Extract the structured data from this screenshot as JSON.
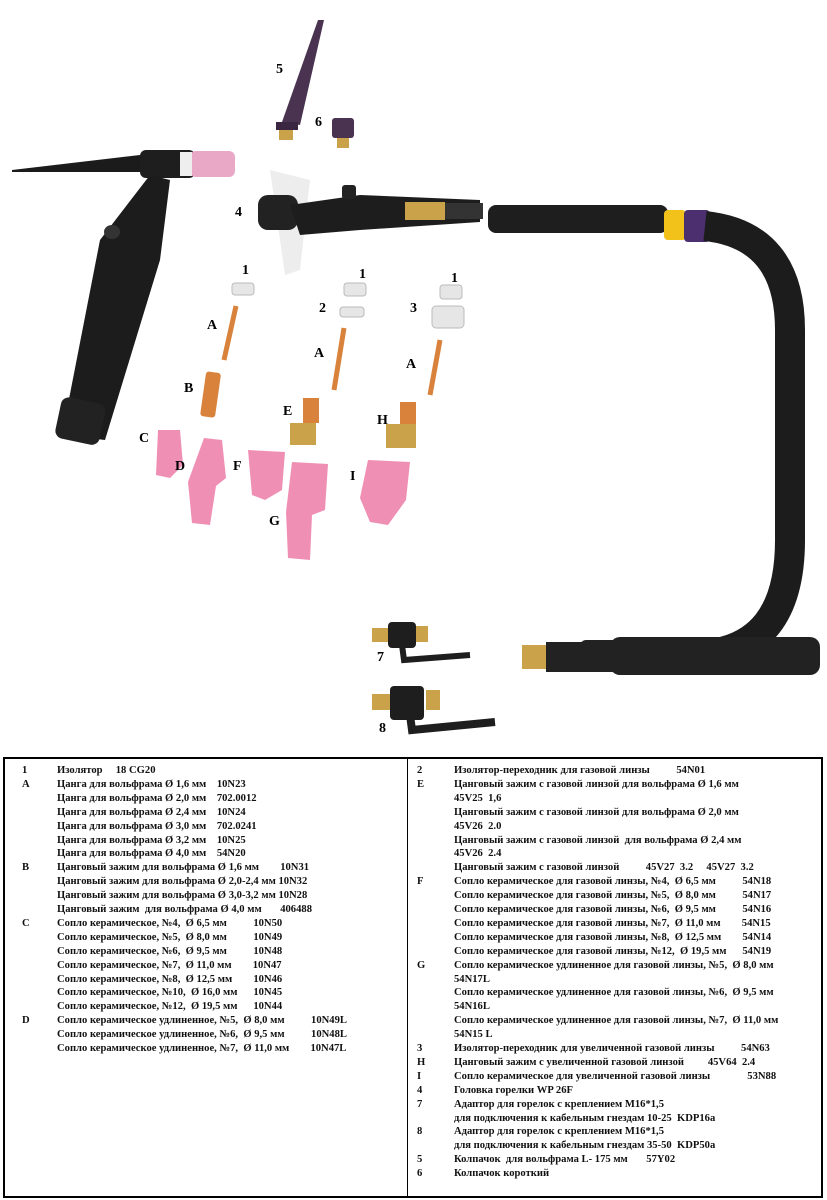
{
  "diagram": {
    "labels": {
      "l5": "5",
      "l6": "6",
      "l4": "4",
      "l1a": "1",
      "l1b": "1",
      "l1c": "1",
      "l2": "2",
      "l3": "3",
      "lAa": "A",
      "lAb": "A",
      "lAc": "A",
      "lB": "B",
      "lE": "E",
      "lH": "H",
      "lC": "C",
      "lD": "D",
      "lF": "F",
      "lI": "I",
      "lG": "G",
      "l7": "7",
      "l8": "8"
    },
    "colors": {
      "torch_body": "#1e1e1e",
      "ceramic": "#f08fb4",
      "copper": "#d9823b",
      "brass": "#c9a24a",
      "insulator": "#ececec",
      "cap": "#4a3350",
      "ring_yellow": "#f2c21a",
      "ring_purple": "#4b2f6e"
    }
  },
  "table": {
    "left": [
      {
        "key": "1",
        "text": "Изолятор     18 CG20"
      },
      {
        "key": "A",
        "text": "Цанга для вольфрама Ø 1,6 мм    10N23"
      },
      {
        "key": "",
        "text": "Цанга для вольфрама Ø 2,0 мм    702.0012"
      },
      {
        "key": "",
        "text": "Цанга для вольфрама Ø 2,4 мм    10N24"
      },
      {
        "key": "",
        "text": "Цанга для вольфрама Ø 3,0 мм    702.0241"
      },
      {
        "key": "",
        "text": "Цанга для вольфрама Ø 3,2 мм    10N25"
      },
      {
        "key": "",
        "text": "Цанга для вольфрама Ø 4,0 мм    54N20"
      },
      {
        "key": "B",
        "text": "Цанговый зажим для вольфрама Ø 1,6 мм        10N31"
      },
      {
        "key": "",
        "text": "Цанговый зажим для вольфрама Ø 2,0-2,4 мм 10N32"
      },
      {
        "key": "",
        "text": "Цанговый зажим для вольфрама Ø 3,0-3,2 мм 10N28"
      },
      {
        "key": "",
        "text": "Цанговый зажим  для вольфрама Ø 4,0 мм       406488"
      },
      {
        "key": "C",
        "text": "Сопло керамическое, №4,  Ø 6,5 мм          10N50"
      },
      {
        "key": "",
        "text": "Сопло керамическое, №5,  Ø 8,0 мм          10N49"
      },
      {
        "key": "",
        "text": "Сопло керамическое, №6,  Ø 9,5 мм          10N48"
      },
      {
        "key": "",
        "text": "Сопло керамическое, №7,  Ø 11,0 мм        10N47"
      },
      {
        "key": "",
        "text": "Сопло керамическое, №8,  Ø 12,5 мм        10N46"
      },
      {
        "key": "",
        "text": "Сопло керамическое, №10,  Ø 16,0 мм      10N45"
      },
      {
        "key": "",
        "text": "Сопло керамическое, №12,  Ø 19,5 мм      10N44"
      },
      {
        "key": "D",
        "text": "Сопло керамическое удлиненное, №5,  Ø 8,0 мм          10N49L"
      },
      {
        "key": "",
        "text": "Сопло керамическое удлиненное, №6,  Ø 9,5 мм          10N48L"
      },
      {
        "key": "",
        "text": "Сопло керамическое удлиненное, №7,  Ø 11,0 мм        10N47L"
      }
    ],
    "right": [
      {
        "key": "2",
        "text": "Изолятор-переходник для газовой линзы          54N01"
      },
      {
        "key": "E",
        "text": "Цанговый зажим с газовой линзой для вольфрама Ø 1,6 мм"
      },
      {
        "key": "",
        "text": "45V25  1,6"
      },
      {
        "key": "",
        "text": "Цанговый зажим с газовой линзой для вольфрама Ø 2,0 мм"
      },
      {
        "key": "",
        "text": "45V26  2.0"
      },
      {
        "key": "",
        "text": "Цанговый зажим с газовой линзой  для вольфрама Ø 2,4 мм"
      },
      {
        "key": "",
        "text": "45V26  2.4"
      },
      {
        "key": "",
        "text": "Цанговый зажим с газовой линзой          45V27  3.2     45V27  3.2"
      },
      {
        "key": "F",
        "text": "Сопло керамическое для газовой линзы, №4,  Ø 6,5 мм          54N18"
      },
      {
        "key": "",
        "text": "Сопло керамическое для газовой линзы, №5,  Ø 8,0 мм          54N17"
      },
      {
        "key": "",
        "text": "Сопло керамическое для газовой линзы, №6,  Ø 9,5 мм          54N16"
      },
      {
        "key": "",
        "text": "Сопло керамическое для газовой линзы, №7,  Ø 11,0 мм        54N15"
      },
      {
        "key": "",
        "text": "Сопло керамическое для газовой линзы, №8,  Ø 12,5 мм        54N14"
      },
      {
        "key": "",
        "text": "Сопло керамическое для газовой линзы, №12,  Ø 19,5 мм      54N19"
      },
      {
        "key": "G",
        "text": "Сопло керамическое удлиненное для газовой линзы, №5,  Ø 8,0 мм"
      },
      {
        "key": "",
        "text": "54N17L"
      },
      {
        "key": "",
        "text": "Сопло керамическое удлиненное для газовой линзы, №6,  Ø 9,5 мм"
      },
      {
        "key": "",
        "text": "54N16L"
      },
      {
        "key": "",
        "text": "Сопло керамическое удлиненное для газовой линзы, №7,  Ø 11,0 мм"
      },
      {
        "key": "",
        "text": "54N15 L"
      },
      {
        "key": "3",
        "text": "Изолятор-переходник для увеличенной газовой линзы          54N63"
      },
      {
        "key": "H",
        "text": "Цанговый зажим с увеличенной газовой линзой         45V64  2.4"
      },
      {
        "key": "I",
        "text": "Сопло керамическое для увеличенной газовой линзы              53N88"
      },
      {
        "key": "4",
        "text": "Головка горелки WP 26F"
      },
      {
        "key": "7",
        "text": "Адаптор для горелок с креплением М16*1,5"
      },
      {
        "key": "",
        "text": "для подключения к кабельным гнездам 10-25  KDP16a"
      },
      {
        "key": "8",
        "text": "Адаптор для горелок с креплением М16*1,5"
      },
      {
        "key": "",
        "text": "для подключения к кабельным гнездам 35-50  KDP50a"
      },
      {
        "key": "5",
        "text": "Колпачок  для вольфрама L- 175 мм       57Y02"
      },
      {
        "key": "6",
        "text": "Колпачок короткий"
      }
    ]
  }
}
